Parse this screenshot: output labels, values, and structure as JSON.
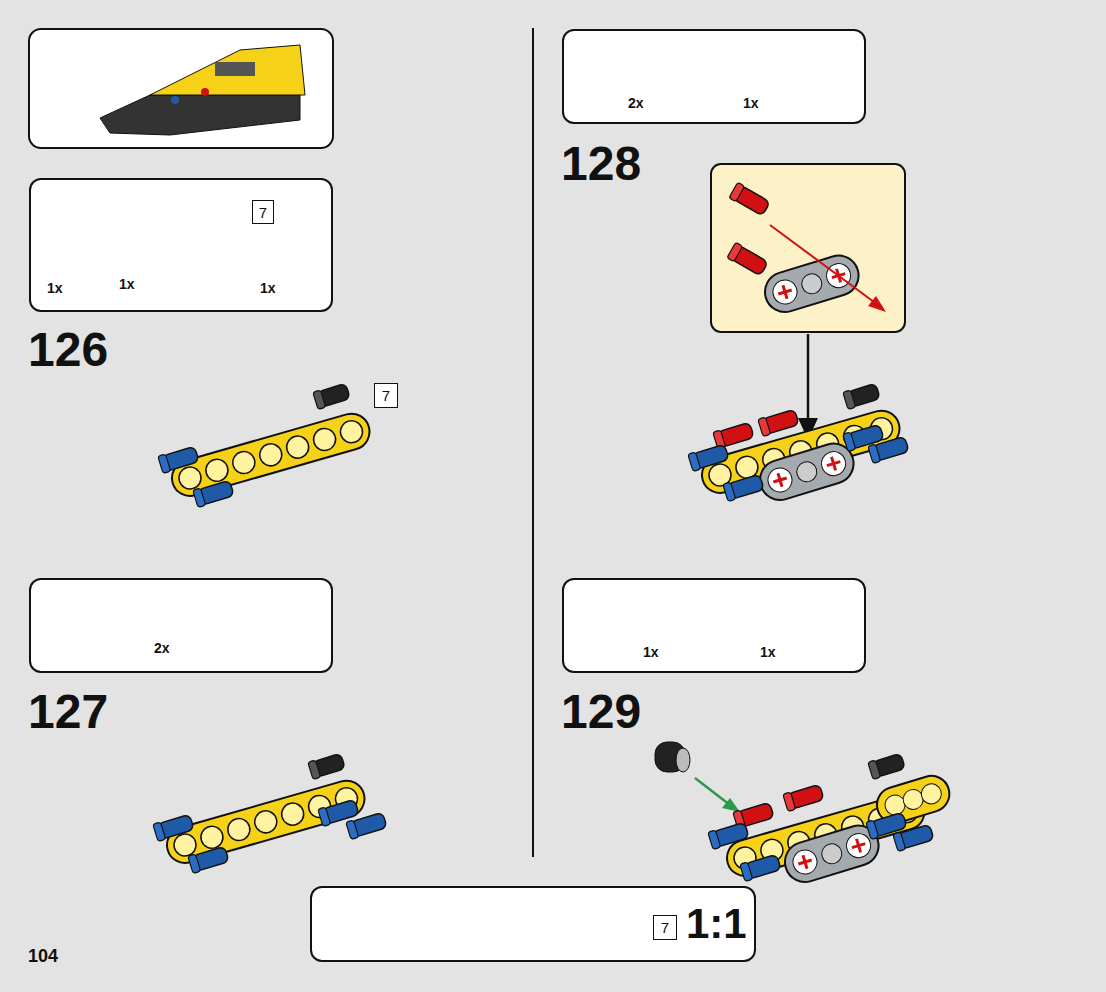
{
  "diagram": {
    "nodes": [
      {
        "text": [
          "1x",
          "1x",
          "1x"
        ]
      },
      {
        "text": [
          "7"
        ],
        "in": 0
      },
      {
        "text": [
          "7"
        ]
      },
      {
        "text": [
          "2x"
        ]
      },
      {
        "text": [
          "2x",
          "1x"
        ]
      },
      {
        "text": [
          "1x",
          "1x"
        ]
      },
      {
        "text": [
          "1:1"
        ]
      },
      {
        "text": [
          "7"
        ],
        "in": 6
      }
    ],
    "edges": [],
    "labels": [
      "126",
      "127",
      "128",
      "129",
      "104"
    ]
  }
}
